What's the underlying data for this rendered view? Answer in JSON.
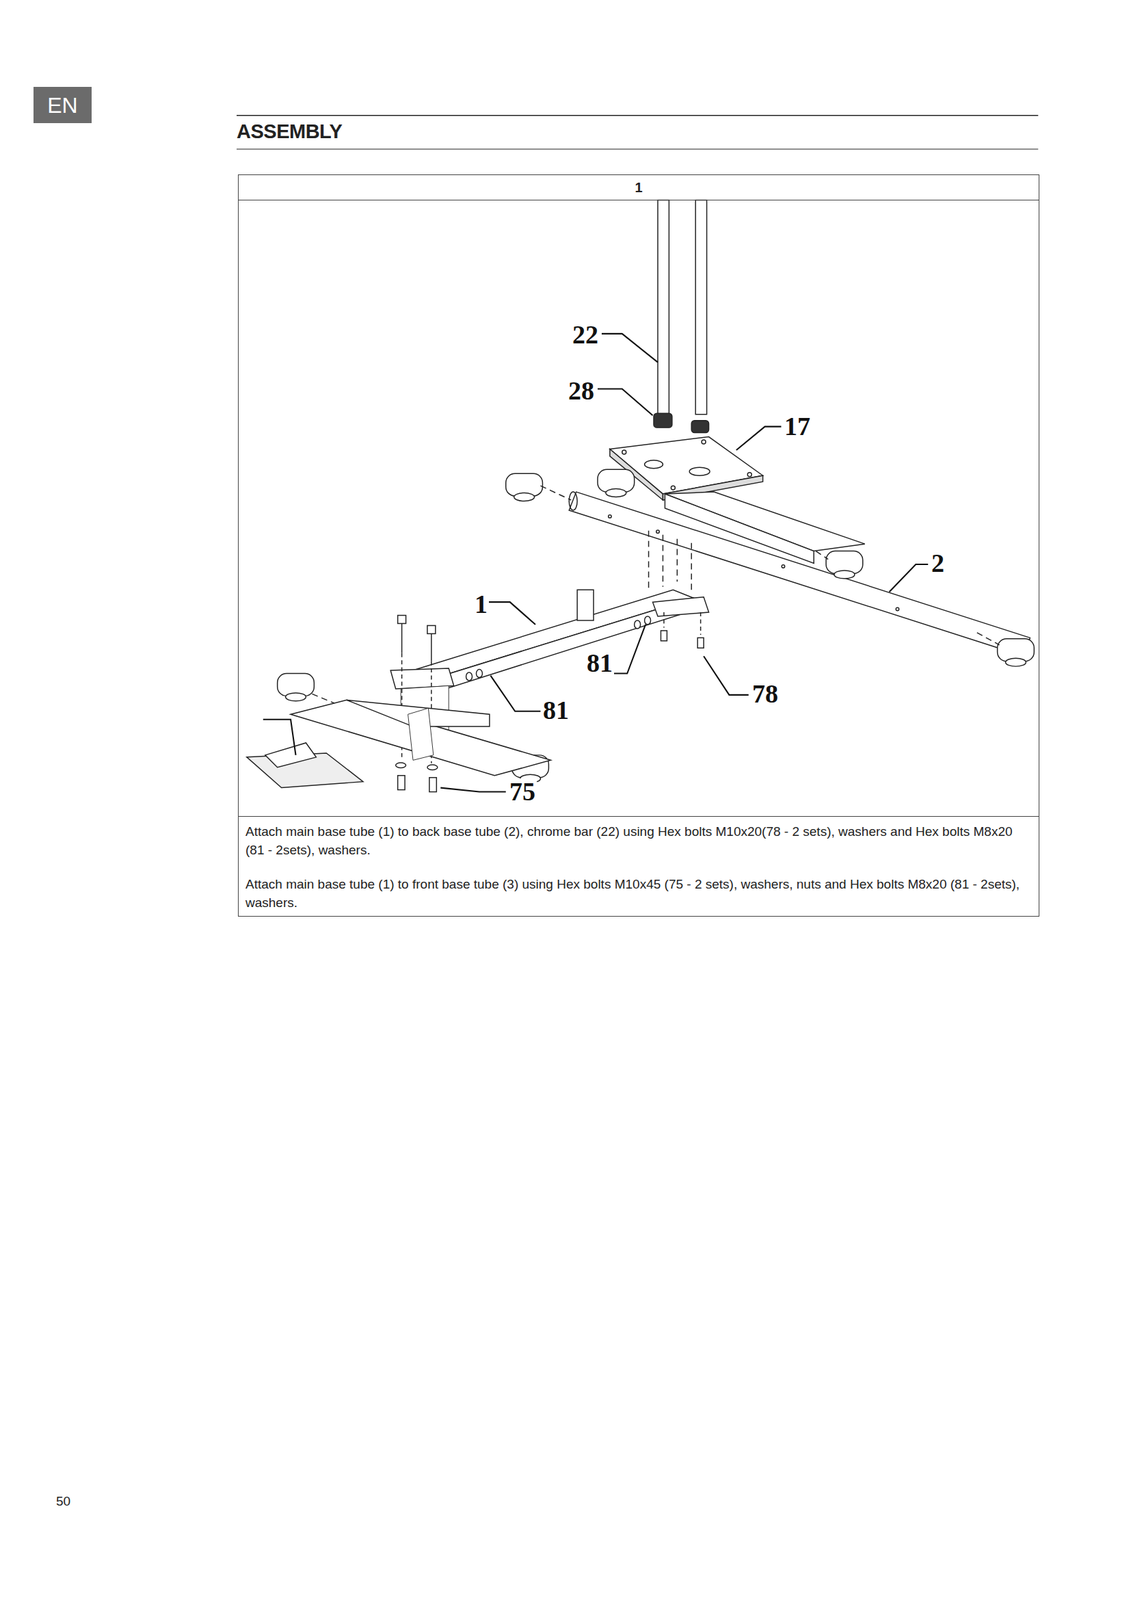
{
  "diagram": {
    "title": "ASSEMBLY",
    "nodes": [
      {
        "text": [
          "EN"
        ]
      },
      {
        "text": [
          "1",
          "Attach main base tube (1) to back base tube (2), chrome bar (22) using Hex bolts M10x20(78 - 2 sets), washers and Hex bolts M8x20 (81 - 2sets), washers.",
          "Attach main base tube (1) to front base tube (3) using Hex bolts M10x45 (75 - 2 sets), washers, nuts and Hex bolts M8x20 (81 - 2sets), washers."
        ]
      }
    ],
    "labels": [
      "22",
      "28",
      "17",
      "2",
      "1",
      "81",
      "81",
      "78",
      "75",
      "50"
    ]
  }
}
